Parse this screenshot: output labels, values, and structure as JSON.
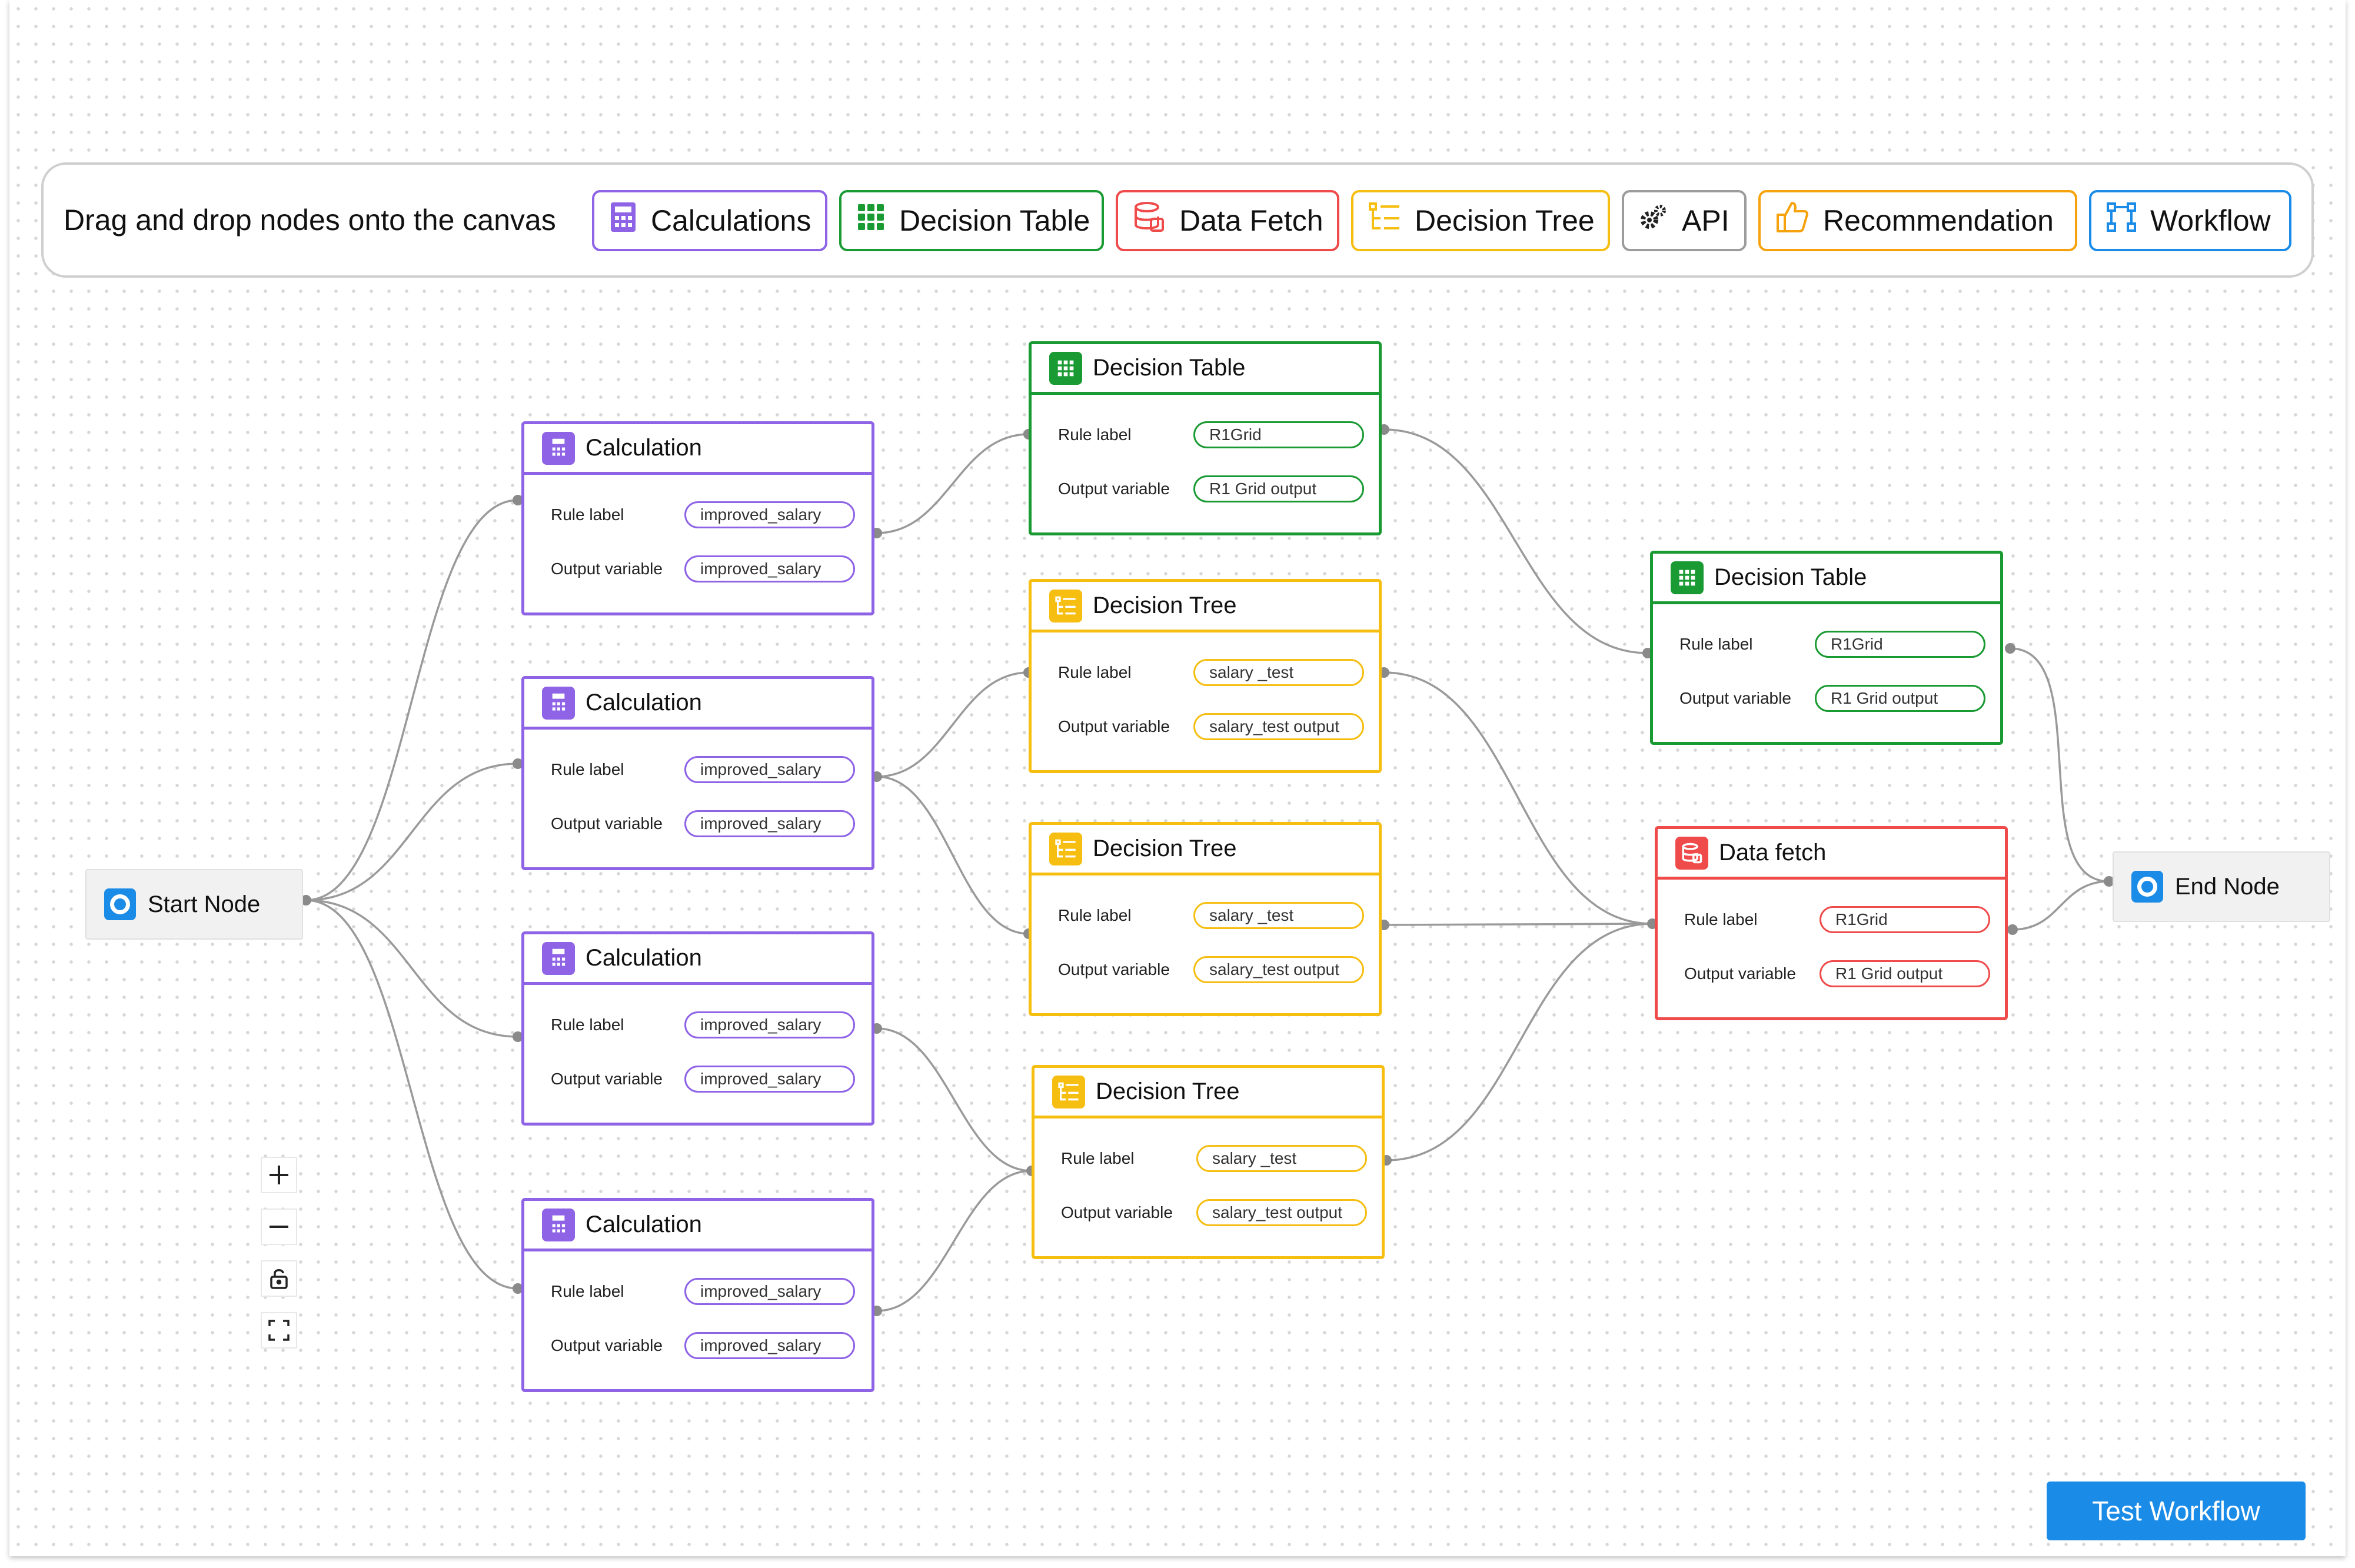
{
  "toolbar": {
    "title": "Drag and drop nodes onto the canvas",
    "items": [
      {
        "label": "Calculations",
        "icon": "calculator-icon",
        "color": "#8e63e6"
      },
      {
        "label": "Decision Table",
        "icon": "grid-icon",
        "color": "#1a9a33"
      },
      {
        "label": "Data Fetch",
        "icon": "database-icon",
        "color": "#ef4b4b"
      },
      {
        "label": "Decision Tree",
        "icon": "tree-list-icon",
        "color": "#f5be10"
      },
      {
        "label": "API",
        "icon": "gears-icon",
        "color": "#9c9c9c"
      },
      {
        "label": "Recommendation",
        "icon": "thumbs-up-icon",
        "color": "#f6a20c"
      },
      {
        "label": "Workflow",
        "icon": "workflow-icon",
        "color": "#1a8be6"
      }
    ]
  },
  "start_node": {
    "label": "Start Node",
    "icon": "target-icon"
  },
  "end_node": {
    "label": "End Node",
    "icon": "target-icon"
  },
  "nodes": {
    "calc1": {
      "title": "Calculation",
      "rule_label": "Rule label",
      "rule_value": "improved_salary",
      "output_label": "Output variable",
      "output_value": "improved_salary"
    },
    "calc2": {
      "title": "Calculation",
      "rule_label": "Rule label",
      "rule_value": "improved_salary",
      "output_label": "Output variable",
      "output_value": "improved_salary"
    },
    "calc3": {
      "title": "Calculation",
      "rule_label": "Rule label",
      "rule_value": "improved_salary",
      "output_label": "Output variable",
      "output_value": "improved_salary"
    },
    "calc4": {
      "title": "Calculation",
      "rule_label": "Rule label",
      "rule_value": "improved_salary",
      "output_label": "Output variable",
      "output_value": "improved_salary"
    },
    "dtable1": {
      "title": "Decision Table",
      "rule_label": "Rule label",
      "rule_value": "R1Grid",
      "output_label": "Output variable",
      "output_value": "R1 Grid output"
    },
    "dtree1": {
      "title": "Decision  Tree",
      "rule_label": "Rule label",
      "rule_value": "salary _test",
      "output_label": "Output variable",
      "output_value": "salary_test output"
    },
    "dtree2": {
      "title": "Decision  Tree",
      "rule_label": "Rule label",
      "rule_value": "salary _test",
      "output_label": "Output variable",
      "output_value": "salary_test output"
    },
    "dtree3": {
      "title": "Decision Tree",
      "rule_label": "Rule label",
      "rule_value": "salary _test",
      "output_label": "Output variable",
      "output_value": "salary_test output"
    },
    "dtable2": {
      "title": "Decision Table",
      "rule_label": "Rule label",
      "rule_value": "R1Grid",
      "output_label": "Output variable",
      "output_value": "R1 Grid output"
    },
    "fetch1": {
      "title": "Data fetch",
      "rule_label": "Rule label",
      "rule_value": "R1Grid",
      "output_label": "Output variable",
      "output_value": "R1 Grid output"
    }
  },
  "controls": [
    {
      "icon": "zoom-in-icon"
    },
    {
      "icon": "zoom-out-icon"
    },
    {
      "icon": "lock-icon"
    },
    {
      "icon": "fit-view-icon"
    }
  ],
  "actions": {
    "test_workflow": "Test Workflow"
  },
  "colors": {
    "calculation": "#8e63e6",
    "decision_table": "#1a9a33",
    "decision_tree": "#f5be10",
    "data_fetch": "#ef4b4b",
    "accent": "#1a8be6",
    "edge": "#9a9a9a"
  }
}
